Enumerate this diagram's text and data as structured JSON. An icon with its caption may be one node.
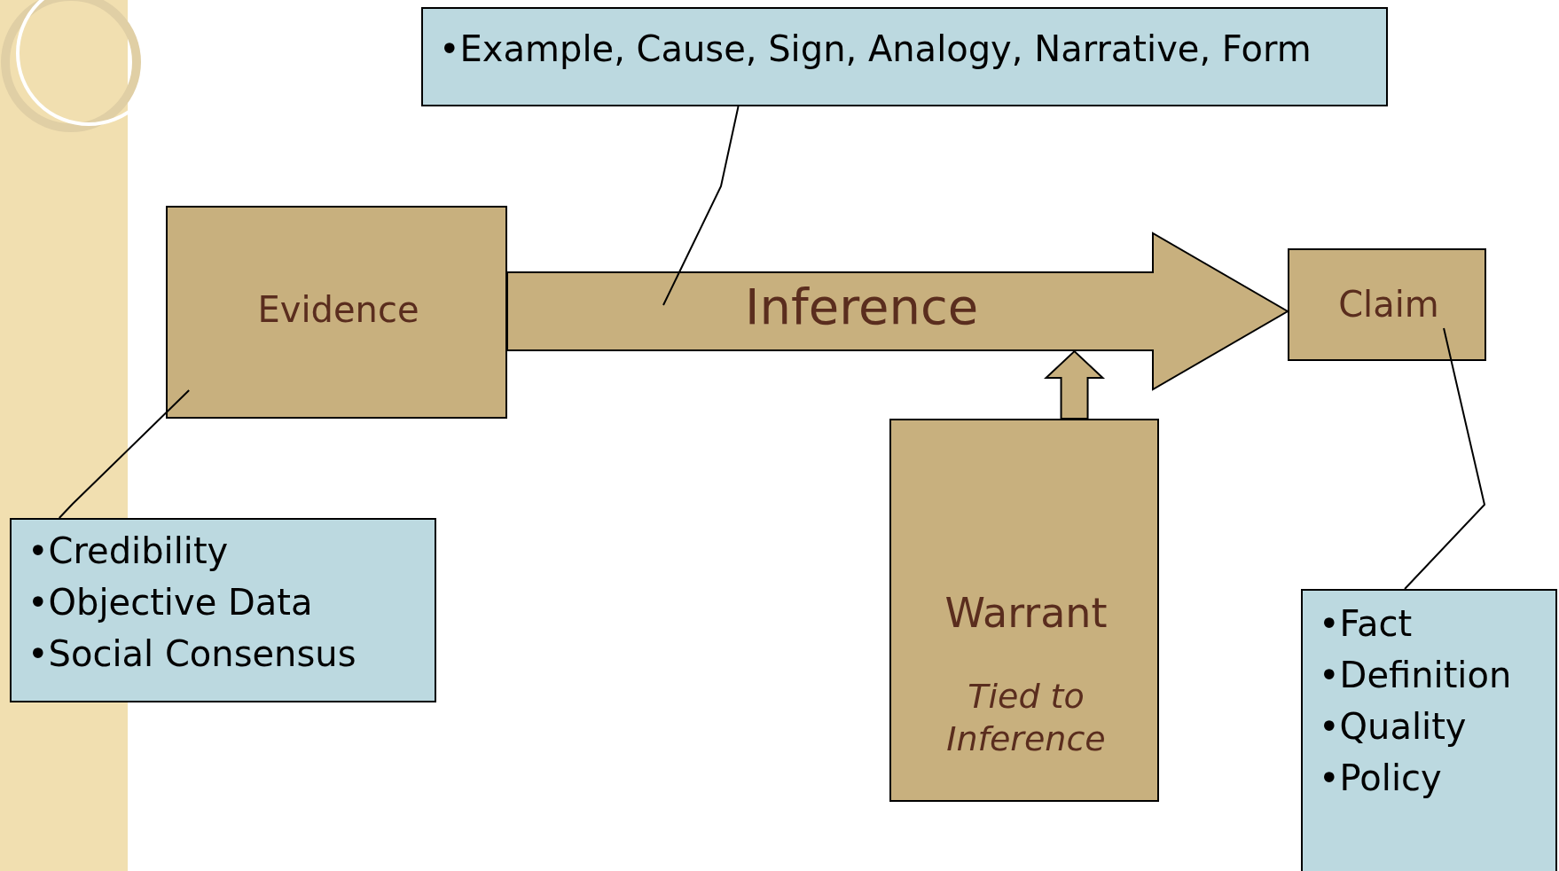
{
  "diagram": {
    "nodes": [
      {
        "text": [
          "•Example, Cause, Sign, Analogy, Narrative, Form"
        ]
      },
      {
        "text": [
          "Evidence"
        ]
      },
      {
        "text": [
          "Claim"
        ]
      },
      {
        "text": [
          "Warrant",
          "Tied to Inference"
        ]
      },
      {
        "text": [
          "•Credibility",
          "•Objective Data",
          "•Social Consensus"
        ]
      },
      {
        "text": [
          "•Fact",
          "•Definition",
          "•Quality",
          "•Policy"
        ]
      }
    ],
    "edges": [
      {
        "from": 1,
        "to": 2,
        "arrow": "to",
        "label": "Inference"
      },
      {
        "from": 3,
        "to": null,
        "arrow": "to"
      },
      {
        "from": 0,
        "to": null,
        "arrow": "none"
      },
      {
        "from": 4,
        "to": 1,
        "arrow": "none"
      },
      {
        "from": 5,
        "to": 2,
        "arrow": "none"
      }
    ]
  }
}
